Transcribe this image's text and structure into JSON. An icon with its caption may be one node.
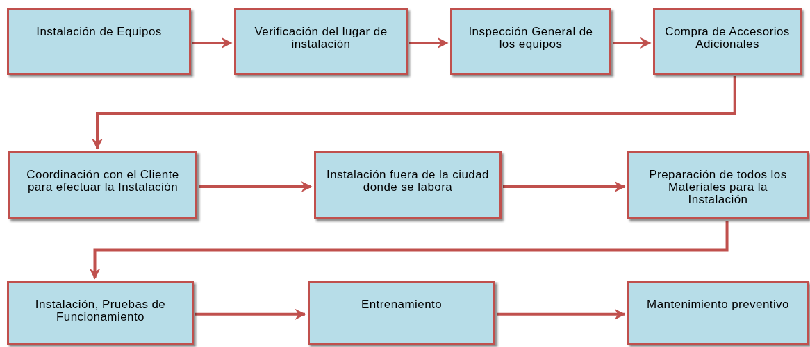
{
  "diagram": {
    "nodes": [
      {
        "text": [
          "Instalación de Equipos"
        ]
      },
      {
        "text": [
          "Verificación del lugar de instalación"
        ]
      },
      {
        "text": [
          "Inspección General de los equipos"
        ]
      },
      {
        "text": [
          "Compra de Accesorios Adicionales"
        ]
      },
      {
        "text": [
          "Coordinación con el Cliente para efectuar la Instalación"
        ]
      },
      {
        "text": [
          "Instalación fuera de la ciudad donde se labora"
        ]
      },
      {
        "text": [
          "Preparación de todos los Materiales para la Instalación"
        ]
      },
      {
        "text": [
          "Instalación, Pruebas de Funcionamiento"
        ]
      },
      {
        "text": [
          "Entrenamiento"
        ]
      },
      {
        "text": [
          "Mantenimiento preventivo"
        ]
      }
    ],
    "edges": [
      {
        "from": 0,
        "to": 1,
        "arrow": "to"
      },
      {
        "from": 1,
        "to": 2,
        "arrow": "to"
      },
      {
        "from": 2,
        "to": 3,
        "arrow": "to"
      },
      {
        "from": 3,
        "to": 4,
        "arrow": "to"
      },
      {
        "from": 4,
        "to": 5,
        "arrow": "to"
      },
      {
        "from": 5,
        "to": 6,
        "arrow": "to"
      },
      {
        "from": 6,
        "to": 7,
        "arrow": "to"
      },
      {
        "from": 7,
        "to": 8,
        "arrow": "to"
      },
      {
        "from": 8,
        "to": 9,
        "arrow": "to"
      }
    ]
  }
}
